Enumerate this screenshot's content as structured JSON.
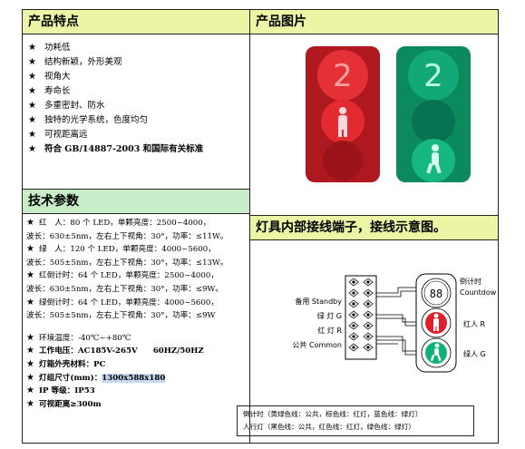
{
  "headers": {
    "features": "产品特点",
    "photo": "产品图片",
    "tech": "技术参数",
    "wiring": "灯具内部接线端子，接线示意图。"
  },
  "star": "★",
  "features": [
    "功耗低",
    "结构新颖，外形美观",
    "视角大",
    "寿命长",
    "多重密封、防水",
    "独特的光学系统，色度均匀",
    "可视距离远",
    "符合 GB/14887-2003 和国际有关标准"
  ],
  "tech": {
    "red_1": "红　人：80 个 LED，单颗亮度：2500~4000，",
    "red_2": "波长：630±5nm，左右上下视角：30°，功率：≤11W。",
    "green_1": "绿　人：120 个 LED，单颗亮度：4000~5600，",
    "green_2": "波长：505±5nm，左右上下视角：30°，功率：≤13W。",
    "redcd_1": "红倒计时：64 个 LED，单颗亮度：2500~4000，",
    "redcd_2": "波长：630±5nm，左右上下视角：30°，功率：≤9W。",
    "grncd_1": "绿倒计时：64 个 LED，单颗亮度：4000~5600，",
    "grncd_2": "波长：505±5nm，左右上下视角：30°，功率：≤9W",
    "temp": "环境温度：-40℃~+80℃",
    "voltage": "工作电压：AC185V-265V　　60HZ/50HZ",
    "housing": "灯箱外壳材料：PC",
    "size_label": "灯组尺寸(mm)：",
    "size_value": "1300x588x180",
    "ip": "IP 等级：IP53",
    "distance": "可视距离≥300m"
  },
  "photo": {
    "red_digit": "2",
    "green_digit": "2"
  },
  "wiring": {
    "standby": "备用  Standby",
    "green": "绿  灯  G",
    "red": "红  灯  R",
    "common": "公共  Common",
    "countdown_cn": "倒计时",
    "countdown_en": "Countdown",
    "red_man": "红人 R",
    "green_man": "绿人 G",
    "display": "88"
  },
  "legend": {
    "line1": "倒计时（黄绿色线：公共，棕色线：红灯，蓝色线：绿灯）",
    "line2": "人行灯（黑色线：公共，红色线：红灯，绿色线：绿灯）"
  },
  "colors": {
    "header_yellow": "#ecf5a6",
    "header_green": "#c9ecc8",
    "red_lamp": "#e0202a",
    "green_lamp": "#0fb07a"
  }
}
